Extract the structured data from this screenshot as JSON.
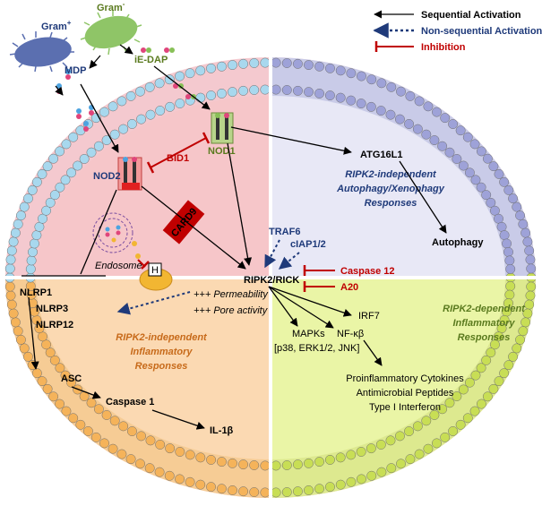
{
  "legend": {
    "sequential": "Sequential Activation",
    "non_sequential": "Non-sequential Activation",
    "inhibition": "Inhibition"
  },
  "bacteria": {
    "gram_pos": "Gram",
    "gram_pos_sup": "+",
    "gram_neg": "Gram",
    "gram_neg_sup": "-"
  },
  "ligands": {
    "mdp": "MDP",
    "ie_dap": "iE-DAP"
  },
  "receptors": {
    "nod1": "NOD1",
    "nod2": "NOD2",
    "bid1": "BID1",
    "card9": "CARD9",
    "endosome": "Endosome",
    "h_box": "H"
  },
  "autophagy": {
    "atg16l1": "ATG16L1",
    "title_line1": "RIPK2-independent",
    "title_line2": "Autophagy/Xenophagy",
    "title_line3": "Responses",
    "autophagy": "Autophagy"
  },
  "center": {
    "traf6": "TRAF6",
    "ciap": "cIAP1/2",
    "ripk2": "RIPK2/RICK",
    "caspase12": "Caspase 12",
    "a20": "A20"
  },
  "inflammasome": {
    "permeability": "+++ Permeability",
    "pore": "+++ Pore activity",
    "nlrp1": "NLRP1",
    "nlrp3": "NLRP3",
    "nlrp12": "NLRP12",
    "title_line1": "RIPK2-independent",
    "title_line2": "Inflammatory",
    "title_line3": "Responses",
    "asc": "ASC",
    "caspase1": "Caspase 1",
    "il1b": "IL-1β"
  },
  "dependent": {
    "irf7": "IRF7",
    "nfkb": "NF-κβ",
    "mapks": "MAPKs",
    "mapks_detail": "[p38, ERK1/2, JNK]",
    "title_line1": "RIPK2-dependent",
    "title_line2": "Inflammatory",
    "title_line3": "Responses",
    "out1": "Proinflammatory Cytokines",
    "out2": "Antimicrobial Peptides",
    "out3": "Type I Interferon"
  },
  "colors": {
    "pink": "#f6c6c9",
    "lavender": "#e8e8f6",
    "peach": "#fbd9b2",
    "lime": "#eaf5a6",
    "red": "#c00000",
    "navy": "#1f3a7a"
  }
}
